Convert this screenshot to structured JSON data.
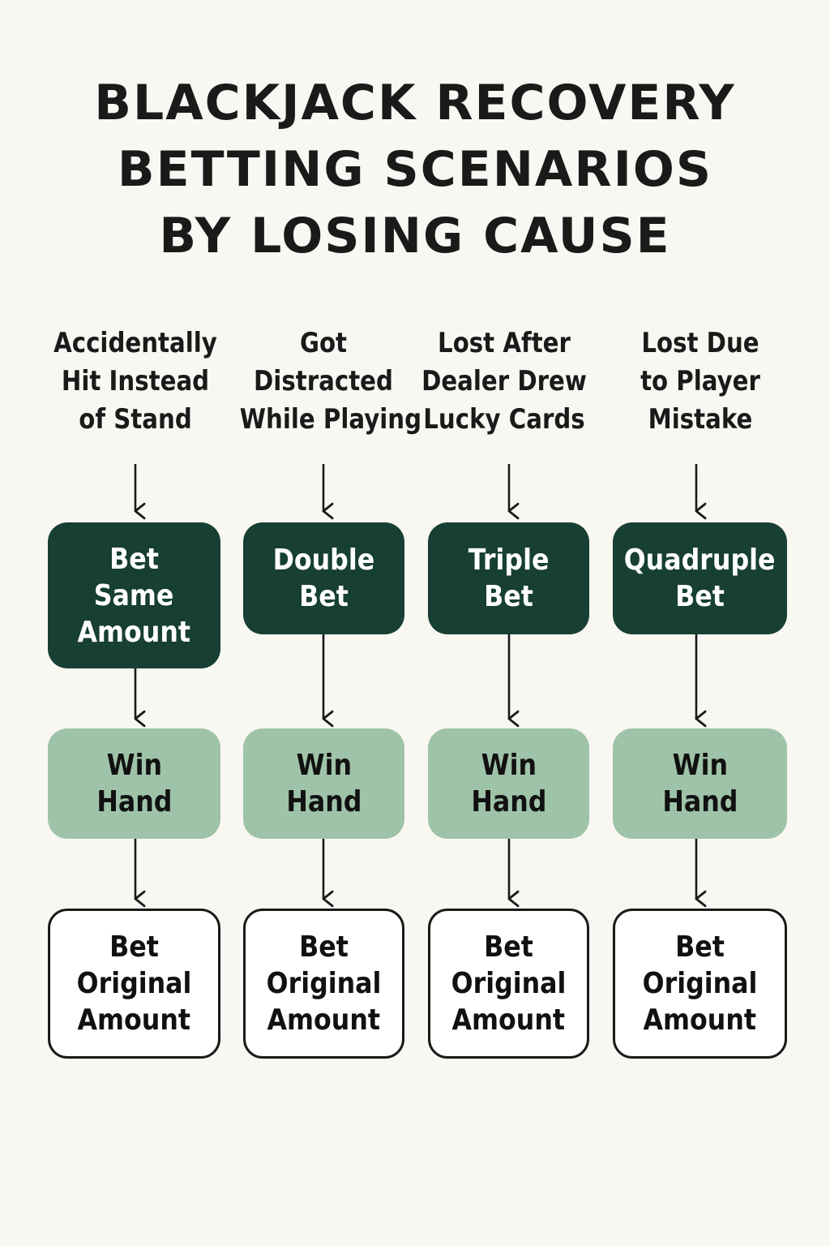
{
  "title": {
    "line1": "BLACKJACK RECOVERY",
    "line2": "BETTING SCENARIOS",
    "line3": "BY LOSING CAUSE"
  },
  "columns": [
    {
      "cause": [
        "Accidentally",
        "Hit Instead",
        "of Stand"
      ],
      "bet": [
        "Bet",
        "Same",
        "Amount"
      ],
      "win": [
        "Win",
        "Hand"
      ],
      "original": [
        "Bet",
        "Original",
        "Amount"
      ]
    },
    {
      "cause": [
        "Got",
        "Distracted",
        "While Playing"
      ],
      "bet": [
        "Double",
        "Bet"
      ],
      "win": [
        "Win",
        "Hand"
      ],
      "original": [
        "Bet",
        "Original",
        "Amount"
      ]
    },
    {
      "cause": [
        "Lost After",
        "Dealer Drew",
        "Lucky Cards"
      ],
      "bet": [
        "Triple",
        "Bet"
      ],
      "win": [
        "Win",
        "Hand"
      ],
      "original": [
        "Bet",
        "Original",
        "Amount"
      ]
    },
    {
      "cause": [
        "Lost Due",
        "to Player",
        "Mistake"
      ],
      "bet": [
        "Quadruple",
        "Bet"
      ],
      "win": [
        "Win",
        "Hand"
      ],
      "original": [
        "Bet",
        "Original",
        "Amount"
      ]
    }
  ],
  "colors": {
    "background": "#f9f7f2",
    "bet_box": "#173f33",
    "win_box": "#9fc3a8",
    "original_box_border": "#1a1a1a",
    "arrow": "#1a1a1a"
  }
}
